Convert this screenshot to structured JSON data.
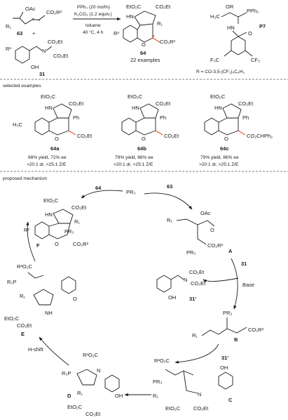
{
  "reaction": {
    "reagent_1": "PPh₃ (20 mol%)",
    "reagent_2": "K₂CO₃ (1.2 equiv.)",
    "solvent": "toluene",
    "conditions": "40 °C, 4 h",
    "sm1_label": "63",
    "sm2_label": "31",
    "product_label": "64",
    "scope": "22 examples",
    "catalyst_label": "P7",
    "r_definition": "R = CO-3,5-(CF₃)₂C₆H₃",
    "oac": "OAc",
    "co2r2": "CO₂R²",
    "co2et": "CO₂Et",
    "eto2c": "EtO₂C",
    "hn": "HN",
    "oh": "OH",
    "n": "N",
    "r1": "R₁",
    "r3": "R³",
    "or": "OR",
    "pph2": "PPh₂",
    "cf3": "F₃C",
    "cf3b": "CF₃",
    "o": "O",
    "h3c": "H₃C",
    "plus": "+"
  },
  "examples": {
    "heading": "selected examples",
    "items": [
      {
        "label": "64a",
        "yield": "68% yield, 72% ee",
        "dr": ">20:1 dr, >25:1 Z/E",
        "ester": "CO₂Et",
        "sub": "H₃C"
      },
      {
        "label": "64b",
        "yield": "79% yield, 86% ee",
        "dr": ">20:1 dr, >25:1 Z/E",
        "ester": "CO₂Et",
        "sub": ""
      },
      {
        "label": "64c",
        "yield": "79% yield, 86% ee",
        "dr": ">20:1 dr, >25:1 Z/E",
        "ester": "CO₂CHPh₂",
        "sub": ""
      }
    ],
    "ph": "Ph"
  },
  "mechanism": {
    "heading": "proposed mechanism",
    "pr3": "PR₃",
    "p64": "64",
    "p63": "63",
    "p31": "31",
    "base": "Base",
    "i31p": "31'",
    "i31p2": "31'",
    "A": "A",
    "B": "B",
    "C": "C",
    "D": "D",
    "E": "E",
    "F": "F",
    "h_shift": "H-shift",
    "pr3_plus": "PR₃",
    "r3p": "R₃P",
    "nh": "NH",
    "r2o2c": "R²O₂C",
    "co2r2": "CO₂R²",
    "co2et": "CO₂Et",
    "eto2c": "EtO₂C",
    "oac": "OAc",
    "r1": "R₁",
    "r3": "R³",
    "oh": "OH",
    "o": "O",
    "n": "N",
    "hn": "HN"
  }
}
